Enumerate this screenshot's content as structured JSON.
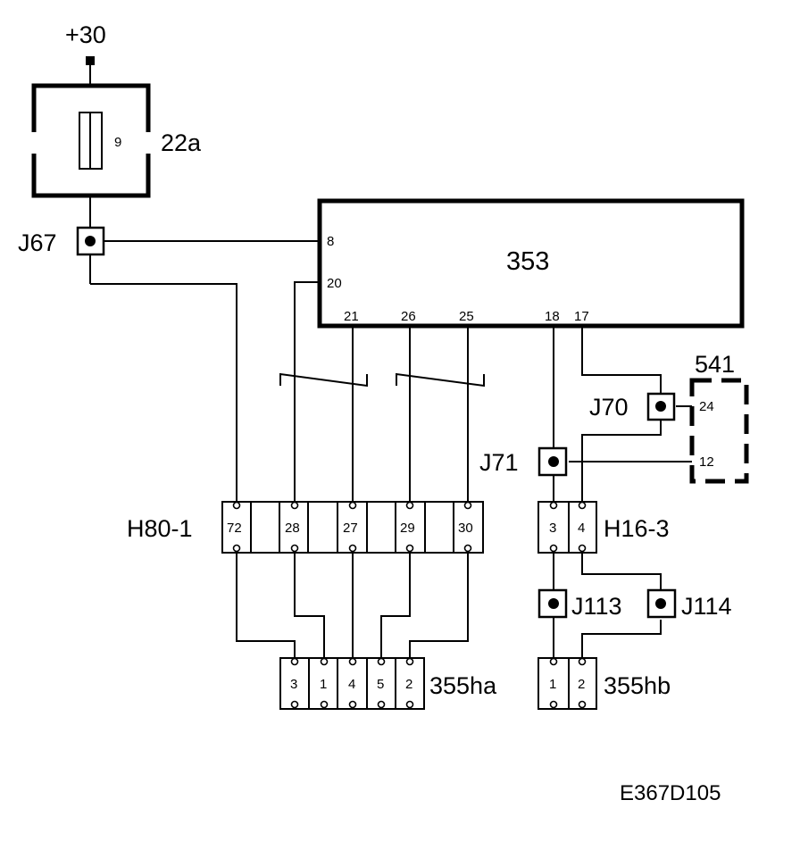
{
  "diagram": {
    "supply_label": "+30",
    "fuse": {
      "id": "22a",
      "pin": "9"
    },
    "ecu": {
      "id": "353",
      "pins": {
        "p8": "8",
        "p20": "20",
        "p21": "21",
        "p26": "26",
        "p25": "25",
        "p18": "18",
        "p17": "17"
      }
    },
    "unit541": {
      "id": "541",
      "pins": {
        "p24": "24",
        "p12": "12"
      }
    },
    "junctions": {
      "j67": "J67",
      "j70": "J70",
      "j71": "J71",
      "j113": "J113",
      "j114": "J114"
    },
    "h80": {
      "id": "H80-1",
      "pins": [
        "72",
        "28",
        "27",
        "29",
        "30"
      ]
    },
    "h16": {
      "id": "H16-3",
      "pins": [
        "3",
        "4"
      ]
    },
    "c355ha": {
      "id": "355ha",
      "pins": [
        "3",
        "1",
        "4",
        "5",
        "2"
      ]
    },
    "c355hb": {
      "id": "355hb",
      "pins": [
        "1",
        "2"
      ]
    },
    "figure_code": "E367D105"
  }
}
